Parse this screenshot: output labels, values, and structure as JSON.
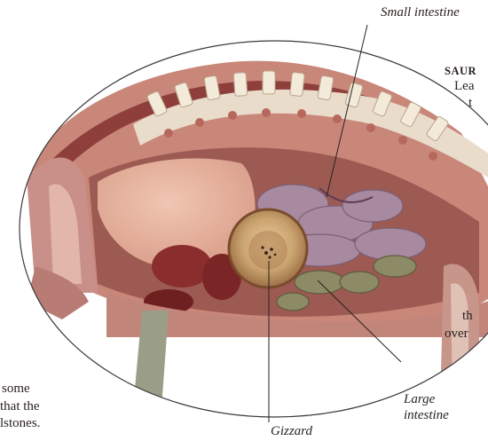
{
  "labels": {
    "small_intestine": "Small intestine",
    "gizzard": "Gizzard",
    "large_intestine_line1": "Large",
    "large_intestine_line2": "intestine"
  },
  "side_text": {
    "line1": "SAUR",
    "line2": "Lea",
    "line3": "t",
    "line4": "th",
    "line5": "over"
  },
  "caption": {
    "line1": "some",
    "line2": "that the",
    "line3": "lstones."
  }
}
